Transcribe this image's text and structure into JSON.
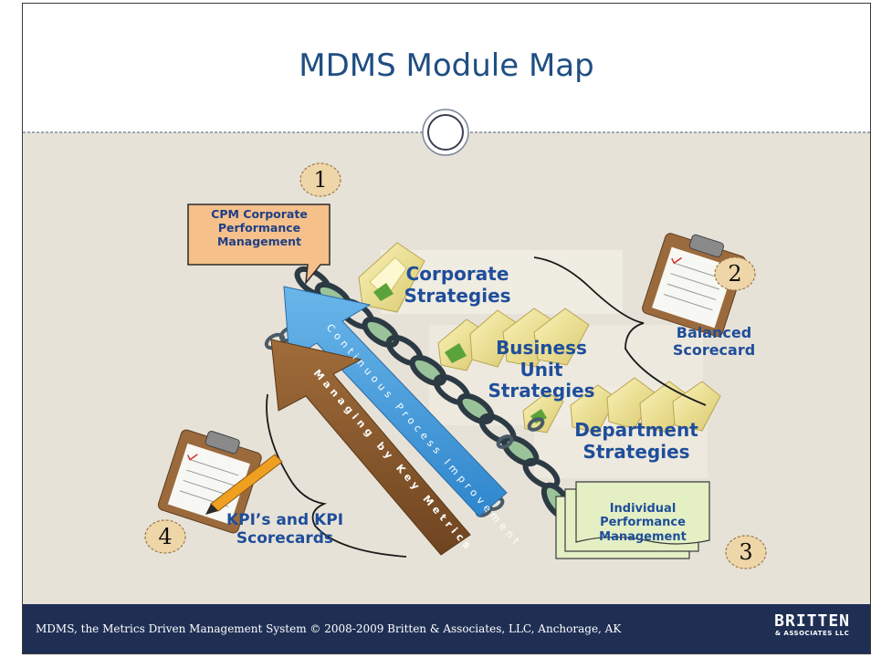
{
  "slide": {
    "title": "MDMS Module Map",
    "footer": "MDMS, the Metrics Driven Management System © 2008-2009 Britten & Associates, LLC, Anchorage, AK",
    "logo_main": "BRITTEN",
    "logo_sub": "& ASSOCIATES LLC"
  },
  "modules": {
    "m1": {
      "number": "1",
      "label": "CPM Corporate Performance Management"
    },
    "m2": {
      "number": "2",
      "label": "Balanced Scorecard"
    },
    "m3": {
      "number": "3",
      "label": "Individual Performance Management"
    },
    "m4": {
      "number": "4",
      "label": "KPI’s and KPI Scorecards"
    }
  },
  "strategies": {
    "corporate": "Corporate Strategies",
    "business_unit": "Business Unit Strategies",
    "department": "Department Strategies"
  },
  "arrows": {
    "continuous": "Continuous Process Improvement",
    "managing": "Managing by Key Metrics"
  },
  "colors": {
    "title": "#1f4e82",
    "footer_bg": "#1f2f54",
    "content_bg": "#e7e2d8",
    "blue_arrow": "#4a9fdc",
    "brown_arrow": "#8b5a2b",
    "cpm_box": "#f5c08a",
    "ipm_box": "#e4f0c4",
    "label_blue": "#1f4e9a"
  }
}
